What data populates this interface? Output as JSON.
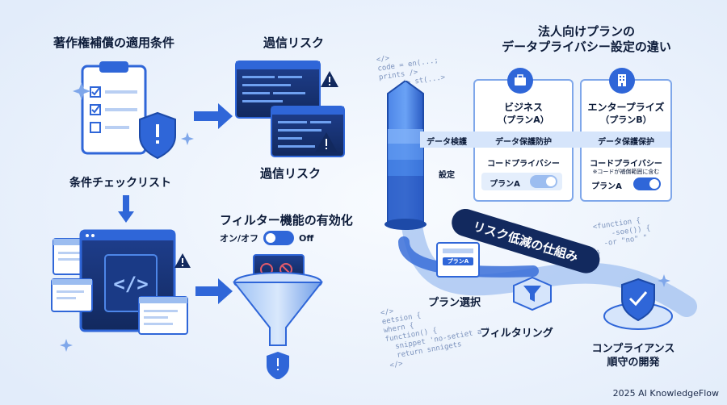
{
  "left_top": {
    "title": "著作権補償の適用条件",
    "checklist_label": "条件チェックリスト"
  },
  "risk": {
    "title_top": "過信リスク",
    "title_bottom": "過信リスク"
  },
  "filter": {
    "title": "フィルター機能の有効化",
    "toggle_label": "オン/オフ",
    "toggle_state": "Off"
  },
  "comparison": {
    "title_line1": "法人向けプランの",
    "title_line2": "データプライバシー設定の違い",
    "business": {
      "name": "ビジネス",
      "plan": "（プランA）",
      "protection": "データ保護防护",
      "privacy": "コードプライバシー",
      "toggle_label": "プランA"
    },
    "enterprise": {
      "name": "エンタープライズ",
      "plan": "（プランB）",
      "protection": "データ保護保护",
      "privacy": "コードプライバシー",
      "note": "※コードが補償範囲に含む",
      "toggle_label": "プランA"
    },
    "row_labels": {
      "inspection": "データ検護",
      "settings": "設定"
    }
  },
  "flow": {
    "banner": "リスク低減の仕組み",
    "step_plan": "プラン選択",
    "step_plan_card": "プランA",
    "step_filter": "フィルタリング",
    "goal_line1": "コンプライアンス",
    "goal_line2": "順守の開発"
  },
  "code_snippets": {
    "top": "</>\ncode = en(...;\nprints />\n     /> st(...>",
    "left": "</>\neetsion {\nwhern {\nfunction() {\n  snippet 'no-setiet a \"\n  return snnigets\n</>",
    "right": "<function {\n    -soe()) {\n  -or \"no\" \"\n}"
  },
  "footer": "2025 AI KnowledgeFlow",
  "colors": {
    "accent": "#2f66d8",
    "dark": "#12295e",
    "bg": "#eef4fc"
  }
}
